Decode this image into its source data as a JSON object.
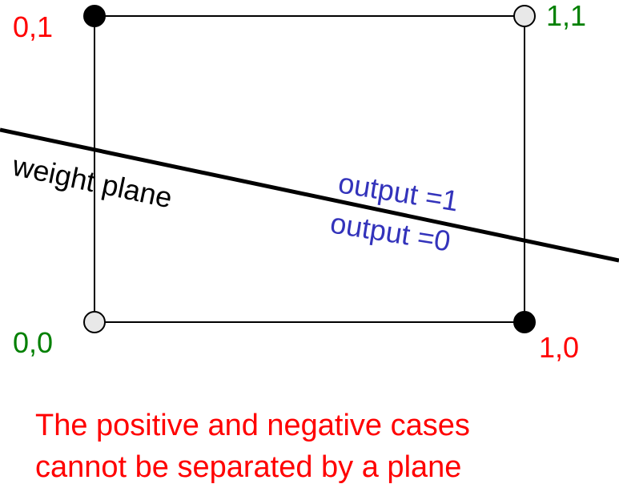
{
  "corners": {
    "top_left": {
      "label": "0,1",
      "color": "#ff0000",
      "point": "filled"
    },
    "top_right": {
      "label": "1,1",
      "color": "#008000",
      "point": "hollow"
    },
    "bottom_left": {
      "label": "0,0",
      "color": "#008000",
      "point": "hollow"
    },
    "bottom_right": {
      "label": "1,0",
      "color": "#ff0000",
      "point": "filled"
    }
  },
  "weight_plane": {
    "label": "weight plane"
  },
  "regions": {
    "above": "output =1",
    "below": "output =0",
    "color": "#3333bb"
  },
  "caption": {
    "line1": "The positive and negative cases",
    "line2": "cannot be separated by a plane",
    "color": "#ff0000"
  },
  "colors": {
    "filled_point": "#000000",
    "hollow_point": "#e8e8e8",
    "positive": "#008000",
    "negative": "#ff0000"
  }
}
